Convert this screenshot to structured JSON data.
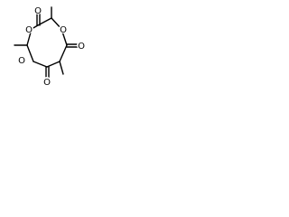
{
  "molecule": {
    "atoms": {
      "o_top_carbonyl": "O",
      "o_ring_left": "O",
      "o_ring_right": "O",
      "o_right_carbonyl": "O",
      "o_left_carbonyl": "O",
      "o_bottom_carbonyl": "O"
    }
  }
}
